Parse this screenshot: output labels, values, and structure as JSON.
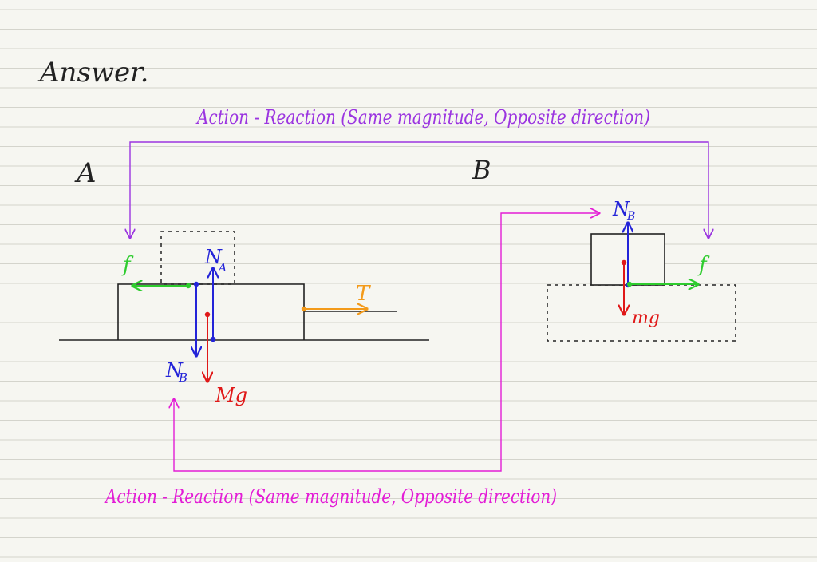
{
  "page": {
    "heading": "Answer.",
    "label_a": "A",
    "label_b": "B"
  },
  "diagram_a": {
    "friction_label": "f",
    "normal_a_label": "N",
    "normal_a_sub": "A",
    "normal_b_label": "N",
    "normal_b_sub": "B",
    "weight_label": "Mg",
    "tension_label": "T"
  },
  "diagram_b": {
    "normal_label": "N",
    "normal_sub": "B",
    "weight_label": "mg",
    "friction_label": "f"
  },
  "annotations": {
    "friction_pair": "Action - Reaction (Same magnitude, Opposite direction)",
    "normal_pair": "Action - Reaction (Same magnitude, Opposite direction)"
  },
  "colors": {
    "paper": "#f6f6f1",
    "ruled_line": "#d4d4cc",
    "ink": "#222222",
    "friction": "#2ecc2e",
    "normal": "#2323d8",
    "weight": "#e01818",
    "tension": "#f39a1a",
    "pair_purple": "#9b35e0",
    "pair_magenta": "#e31dd6"
  }
}
